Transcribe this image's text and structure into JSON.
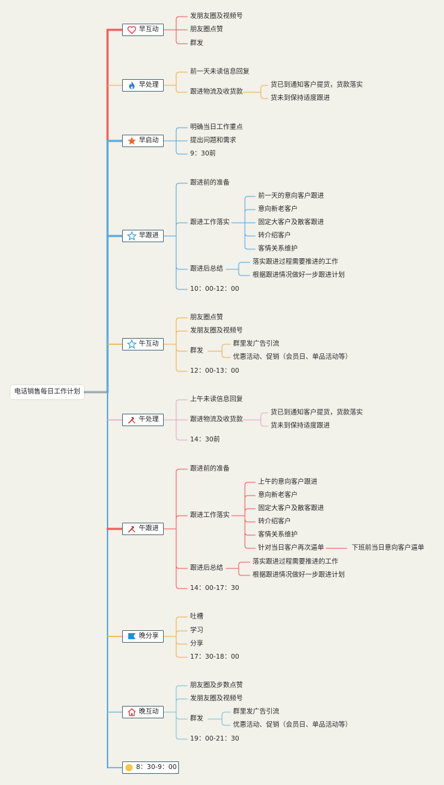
{
  "root": "电话销售每日工作计划",
  "categories": [
    {
      "label": "早互动",
      "icon": "heart-icon",
      "items": [
        "发朋友圈及视频号",
        "朋友圈点赞",
        "群发"
      ]
    },
    {
      "label": "早处理",
      "icon": "fire-icon",
      "items": [
        "前一天未读信息回复",
        "跟进物流及收货款"
      ],
      "sub": [
        "货已到通知客户提货，货款落实",
        "货未到保持适度跟进"
      ]
    },
    {
      "label": "早启动",
      "icon": "star-filled-icon",
      "items": [
        "明确当日工作重点",
        "提出问题和需求",
        "9：30前"
      ]
    },
    {
      "label": "早跟进",
      "icon": "star-outline-icon",
      "items": [
        "跟进前的准备",
        "跟进工作落实",
        "跟进后总结",
        "10：00-12：00"
      ],
      "sub_work": [
        "前一天的意向客户跟进",
        "意向新老客户",
        "固定大客户及散客跟进",
        "转介绍客户",
        "客情关系维护"
      ],
      "sub_summary": [
        "落实跟进过程需要推进的工作",
        "根据跟进情况做好一步跟进计划"
      ]
    },
    {
      "label": "午互动",
      "icon": "star-outline-icon",
      "items": [
        "朋友圈点赞",
        "发朋友圈及视频号",
        "群发",
        "12：00-13：00"
      ],
      "sub": [
        "群里发广告引流",
        "优惠活动、促销（会员日、单品活动等）"
      ]
    },
    {
      "label": "午处理",
      "icon": "tools-icon",
      "items": [
        "上午未读信息回复",
        "跟进物流及收货款",
        "14：30前"
      ],
      "sub": [
        "货已到通知客户提货，货款落实",
        "货未到保持适度跟进"
      ]
    },
    {
      "label": "午跟进",
      "icon": "tools-icon",
      "items": [
        "跟进前的准备",
        "跟进工作落实",
        "跟进后总结",
        "14：00-17：30"
      ],
      "sub_work": [
        "上午的意向客户跟进",
        "意向新老客户",
        "固定大客户及散客跟进",
        "转介绍客户",
        "客情关系维护",
        "针对当日客户再次逼单"
      ],
      "sub_work_extra": "下班前当日意向客户逼单",
      "sub_summary": [
        "落实跟进过程需要推进的工作",
        "根据跟进情况做好一步跟进计划"
      ]
    },
    {
      "label": "晚分享",
      "icon": "flag-icon",
      "items": [
        "吐槽",
        "学习",
        "分享",
        "17：30-18：00"
      ]
    },
    {
      "label": "晚互动",
      "icon": "home-icon",
      "items": [
        "朋友圈及步数点赞",
        "发朋友圈及视频号",
        "群发",
        "19：00-21：30"
      ],
      "sub": [
        "群里发广告引流",
        "优惠活动、促销（会员日、单品活动等）"
      ]
    },
    {
      "label": "8：30-9：00",
      "icon": "sun-icon"
    }
  ],
  "colors": {
    "background": "#f2f1ea",
    "heart": "#e84a5f",
    "fire": "#2f7fd1",
    "star_filled": "#e86a2e",
    "star_outline": "#3aa0d8",
    "tools": "#c0392b",
    "flag": "#1f8fd6",
    "home": "#d64a4a",
    "sun": "#f2c84b",
    "branch_red": "#ee5c5c",
    "branch_blue": "#58a9dd",
    "branch_orange": "#f0b04a",
    "branch_pink": "#e6a9c6",
    "branch_purple": "#9a98c9",
    "branch_teal": "#7fc1d9"
  }
}
